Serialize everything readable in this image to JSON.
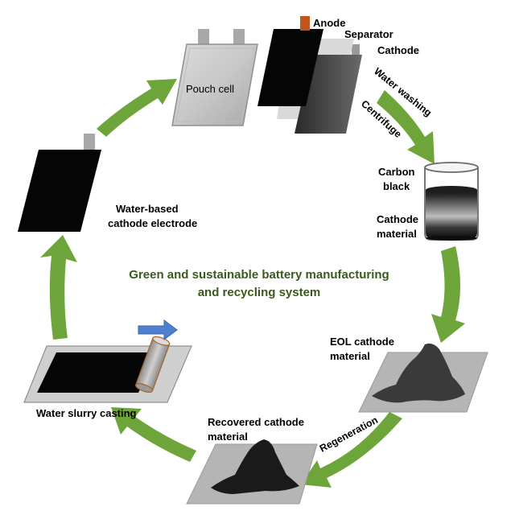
{
  "labels": {
    "anode": "Anode",
    "separator": "Separator",
    "cathode": "Cathode",
    "pouch_cell": "Pouch cell",
    "water_washing": "Water washing",
    "centrifuge": "Centrifuge",
    "carbon_black_line1": "Carbon",
    "carbon_black_line2": "black",
    "cathode_material_line1": "Cathode",
    "cathode_material_line2": "material",
    "eol_line1": "EOL cathode",
    "eol_line2": "material",
    "regeneration": "Regeneration",
    "recovered_line1": "Recovered cathode",
    "recovered_line2": "material",
    "water_slurry_casting": "Water slurry casting",
    "water_based_line1": "Water-based",
    "water_based_line2": "cathode electrode"
  },
  "center_title": {
    "line1": "Green and sustainable battery manufacturing",
    "line2": "and recycling system"
  },
  "colors": {
    "cycle_arrow": "#6ea53a",
    "title_text": "#3a5a1c",
    "anode_tab": "#c0561e",
    "push_arrow": "#4f7fcf",
    "plate": "#b5b5b5"
  }
}
